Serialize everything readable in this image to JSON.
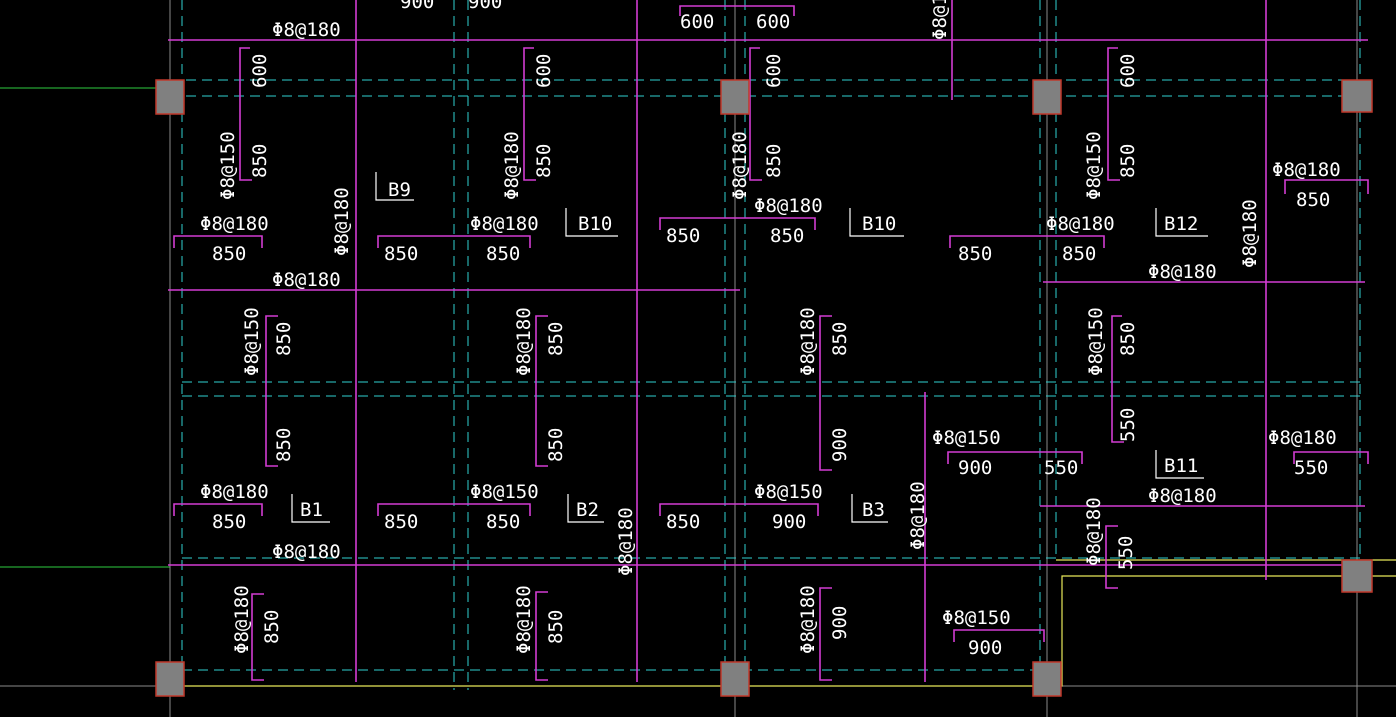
{
  "drawing": {
    "colors": {
      "background": "#000000",
      "rebar": "#d23cd2",
      "grid": "#2fd0d0",
      "column": "#808080",
      "text": "#ffffff"
    },
    "panels": [
      "B9",
      "B10",
      "B10",
      "B12",
      "B11",
      "B1",
      "B2",
      "B3"
    ],
    "rebar_specs": [
      "Φ8@180",
      "Φ8@150"
    ],
    "dims": [
      "600",
      "850",
      "900",
      "550"
    ]
  }
}
